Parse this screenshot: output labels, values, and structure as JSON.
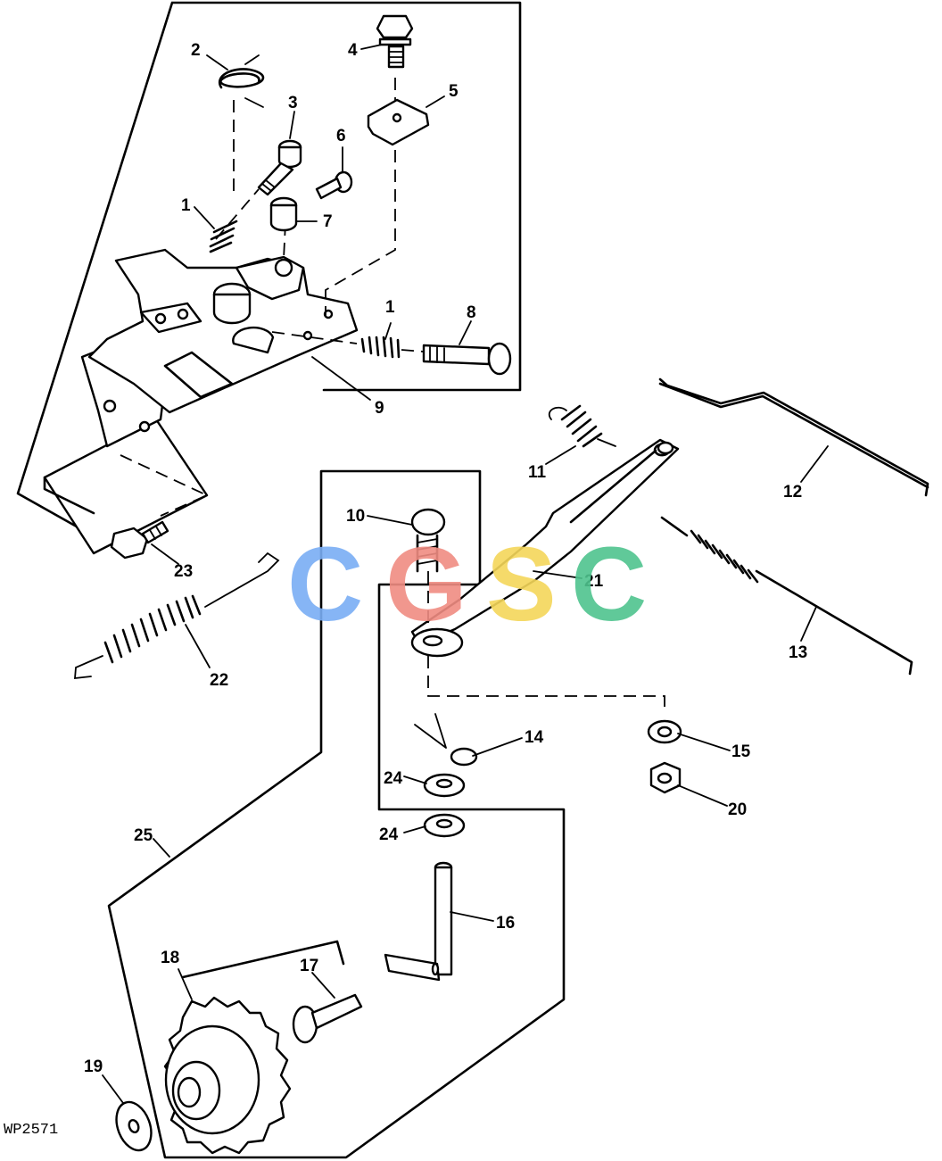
{
  "figure_code": "WP2571",
  "watermark": {
    "letters": [
      {
        "char": "C",
        "color": "#7aaef5"
      },
      {
        "char": "G",
        "color": "#f08c82"
      },
      {
        "char": "S",
        "color": "#f5d75a"
      },
      {
        "char": "C",
        "color": "#4fc48e"
      }
    ]
  },
  "callouts": [
    "1",
    "2",
    "3",
    "4",
    "5",
    "6",
    "7",
    "1",
    "8",
    "9",
    "10",
    "11",
    "12",
    "13",
    "14",
    "15",
    "16",
    "17",
    "18",
    "19",
    "20",
    "21",
    "22",
    "23",
    "24",
    "24",
    "25"
  ]
}
